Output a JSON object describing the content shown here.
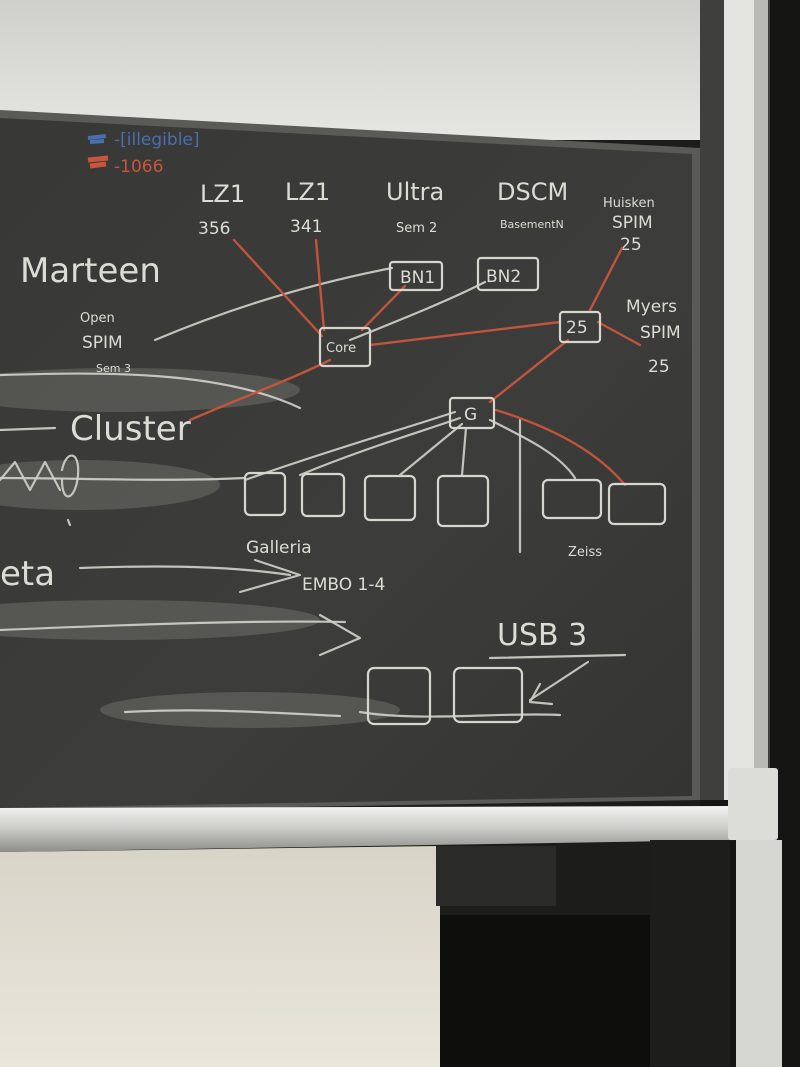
{
  "legend": {
    "blue": "-[illegible]",
    "red": "-1066",
    "blue_color": "#4a6fb0",
    "red_color": "#c8553d"
  },
  "top_nodes": {
    "lz1_356": {
      "line1": "LZ1",
      "line2": "356"
    },
    "lz1_341": {
      "line1": "LZ1",
      "line2": "341"
    },
    "ultra": {
      "line1": "Ultra",
      "line2": "Sem 2"
    },
    "dscm": {
      "line1": "DSCM",
      "line2": "BasementN"
    },
    "huisken": {
      "line1": "Huisken",
      "line2": "SPIM",
      "line3": "25"
    },
    "myers": {
      "line1": "Myers",
      "line2": "SPIM",
      "line3": "25"
    }
  },
  "left_words": {
    "marteen": "Marteen",
    "open_spim": {
      "line1": "Open",
      "line2": "SPIM",
      "line3": "Sem 3"
    },
    "cluster": "Cluster",
    "eta": "eta"
  },
  "boxes": {
    "bn1": "BN1",
    "bn2": "BN2",
    "core": "Core",
    "twenty_five": "25",
    "g": "G"
  },
  "labels": {
    "galleria": "Galleria",
    "embo": "EMBO 1-4",
    "zeiss": "Zeiss",
    "usb3": "USB 3"
  },
  "colors": {
    "chalkboard": "#3a3a38",
    "chalk": "#dcdcd4",
    "red_chalk": "#c8553d",
    "wall": "#e2e2de",
    "frame": "#6f6f6c"
  }
}
